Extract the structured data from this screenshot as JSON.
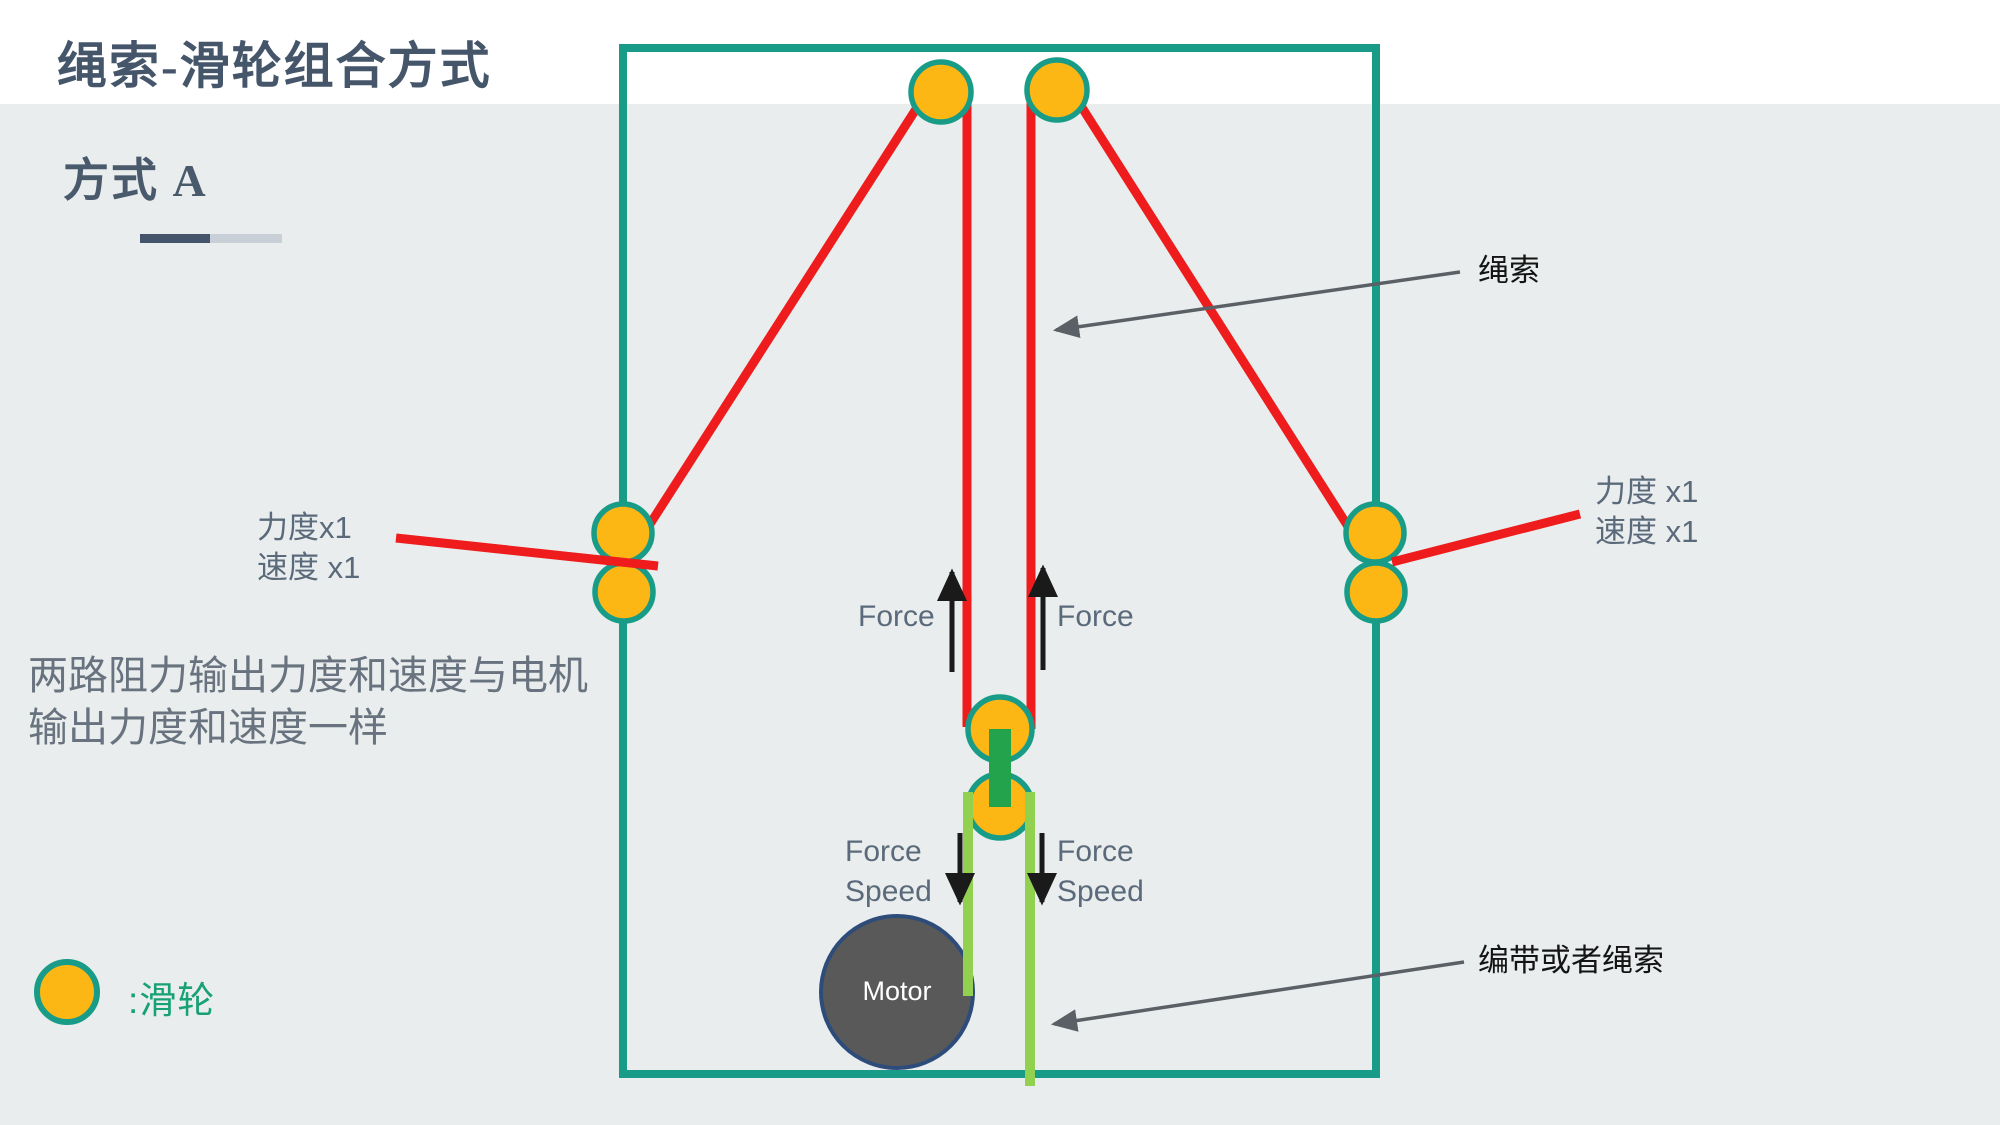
{
  "slide": {
    "title": "绳索-滑轮组合方式",
    "subtitle": "方式 A"
  },
  "annotations": {
    "rope": "绳索",
    "belt": "编带或者绳索",
    "note_line1": "两路阻力输出力度和速度与电机",
    "note_line2": "输出力度和速度一样"
  },
  "outputs": {
    "left_line1": "力度x1",
    "left_line2": "速度 x1",
    "right_line1": "力度 x1",
    "right_line2": "速度 x1"
  },
  "forces": {
    "mid_left": "Force",
    "mid_right": "Force",
    "bottom_left_line1": "Force",
    "bottom_left_line2": "Speed",
    "bottom_right_line1": "Force",
    "bottom_right_line2": "Speed"
  },
  "motor": {
    "label": "Motor"
  },
  "legend": {
    "pulley_label": ":滑轮"
  },
  "colors": {
    "frame_teal": "#199c87",
    "pulley_orange": "#fdb714",
    "rope_red": "#ee1c1c",
    "belt_light_green": "#92d050",
    "shaft_green": "#22a34c",
    "motor_gray": "#595959",
    "motor_outline_blue": "#2e4c7a",
    "title_slate": "#45566b",
    "label_gray": "#5b6a7b",
    "background_gray": "#e9eded",
    "top_band_white": "#ffffff",
    "annotation_arrow_gray": "#5a6066",
    "legend_text_teal": "#18a173"
  }
}
